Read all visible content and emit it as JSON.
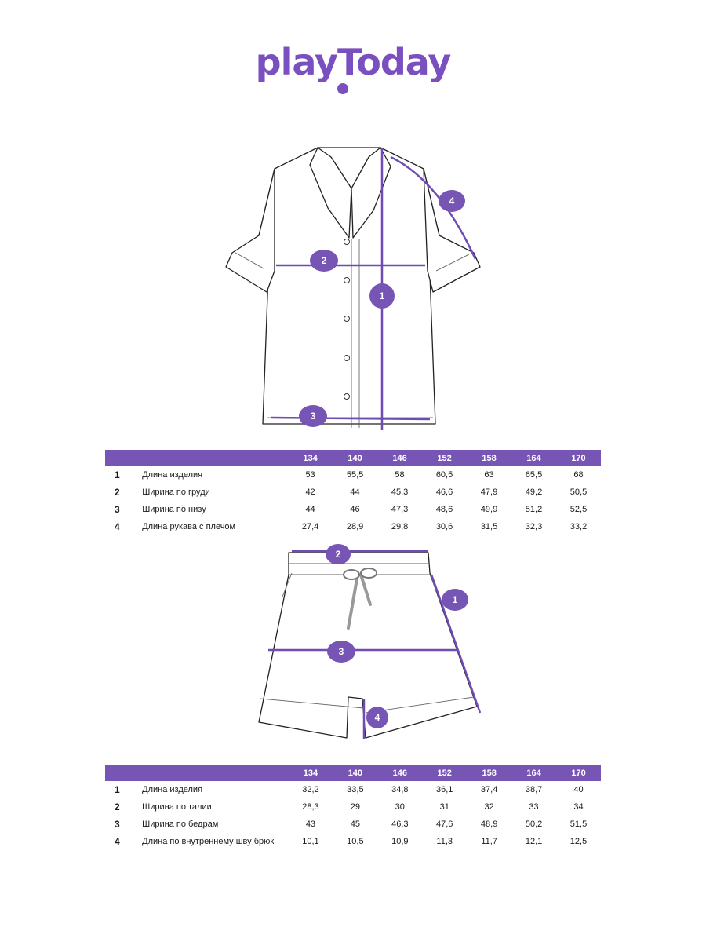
{
  "brand": {
    "logo_text": "playToday",
    "accent": "#7755b5"
  },
  "shirt": {
    "markers": [
      "1",
      "2",
      "3",
      "4"
    ],
    "table": {
      "sizes": [
        "134",
        "140",
        "146",
        "152",
        "158",
        "164",
        "170"
      ],
      "rows": [
        {
          "num": "1",
          "label": "Длина изделия",
          "values": [
            "53",
            "55,5",
            "58",
            "60,5",
            "63",
            "65,5",
            "68"
          ]
        },
        {
          "num": "2",
          "label": "Ширина по груди",
          "values": [
            "42",
            "44",
            "45,3",
            "46,6",
            "47,9",
            "49,2",
            "50,5"
          ]
        },
        {
          "num": "3",
          "label": "Ширина по низу",
          "values": [
            "44",
            "46",
            "47,3",
            "48,6",
            "49,9",
            "51,2",
            "52,5"
          ]
        },
        {
          "num": "4",
          "label": "Длина рукава с плечом",
          "values": [
            "27,4",
            "28,9",
            "29,8",
            "30,6",
            "31,5",
            "32,3",
            "33,2"
          ]
        }
      ]
    }
  },
  "shorts": {
    "markers": [
      "1",
      "2",
      "3",
      "4"
    ],
    "table": {
      "sizes": [
        "134",
        "140",
        "146",
        "152",
        "158",
        "164",
        "170"
      ],
      "rows": [
        {
          "num": "1",
          "label": "Длина изделия",
          "values": [
            "32,2",
            "33,5",
            "34,8",
            "36,1",
            "37,4",
            "38,7",
            "40"
          ]
        },
        {
          "num": "2",
          "label": "Ширина по талии",
          "values": [
            "28,3",
            "29",
            "30",
            "31",
            "32",
            "33",
            "34"
          ]
        },
        {
          "num": "3",
          "label": "Ширина по бедрам",
          "values": [
            "43",
            "45",
            "46,3",
            "47,6",
            "48,9",
            "50,2",
            "51,5"
          ]
        },
        {
          "num": "4",
          "label": "Длина по внутреннему шву брюк",
          "values": [
            "10,1",
            "10,5",
            "10,9",
            "11,3",
            "11,7",
            "12,1",
            "12,5"
          ]
        }
      ]
    }
  }
}
